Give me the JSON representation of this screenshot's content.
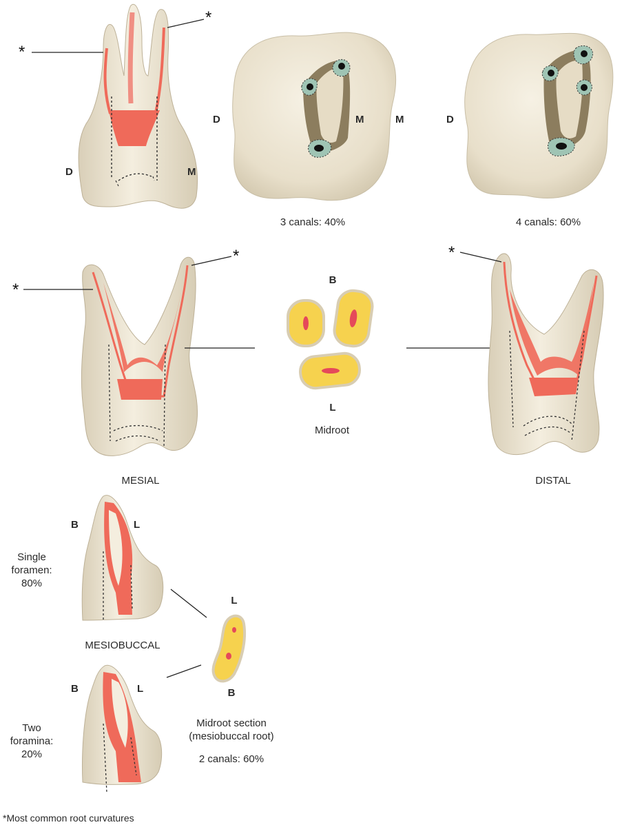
{
  "top": {
    "buccal_view": {
      "star": "*",
      "left": "D",
      "right": "M"
    },
    "occlusal_3": {
      "left": "D",
      "right": "M",
      "caption": "3 canals: 40%"
    },
    "occlusal_4": {
      "left": "M",
      "right": "D",
      "caption": "4 canals: 60%"
    }
  },
  "middle": {
    "mesial": {
      "caption": "MESIAL",
      "star": "*"
    },
    "midroot": {
      "top": "B",
      "bottom": "L",
      "caption": "Midroot"
    },
    "distal": {
      "caption": "DISTAL",
      "star": "*"
    }
  },
  "bottom": {
    "single": {
      "b": "B",
      "l": "L",
      "desc_line1": "Single",
      "desc_line2": "foramen:",
      "desc_line3": "80%"
    },
    "section_title": "MESIOBUCCAL",
    "two": {
      "b": "B",
      "l": "L",
      "desc_line1": "Two",
      "desc_line2": "foramina:",
      "desc_line3": "20%"
    },
    "mb_section": {
      "top": "L",
      "bottom": "B",
      "caption_line1": "Midroot section",
      "caption_line2": "(mesiobuccal root)",
      "caption_line3": "2 canals: 60%"
    }
  },
  "footnote": "*Most common root curvatures",
  "colors": {
    "tooth": "#ece4d2",
    "pulp": "#ef6a5a",
    "section_fill": "#f6d24e",
    "canal_green": "#9fc4b4"
  }
}
